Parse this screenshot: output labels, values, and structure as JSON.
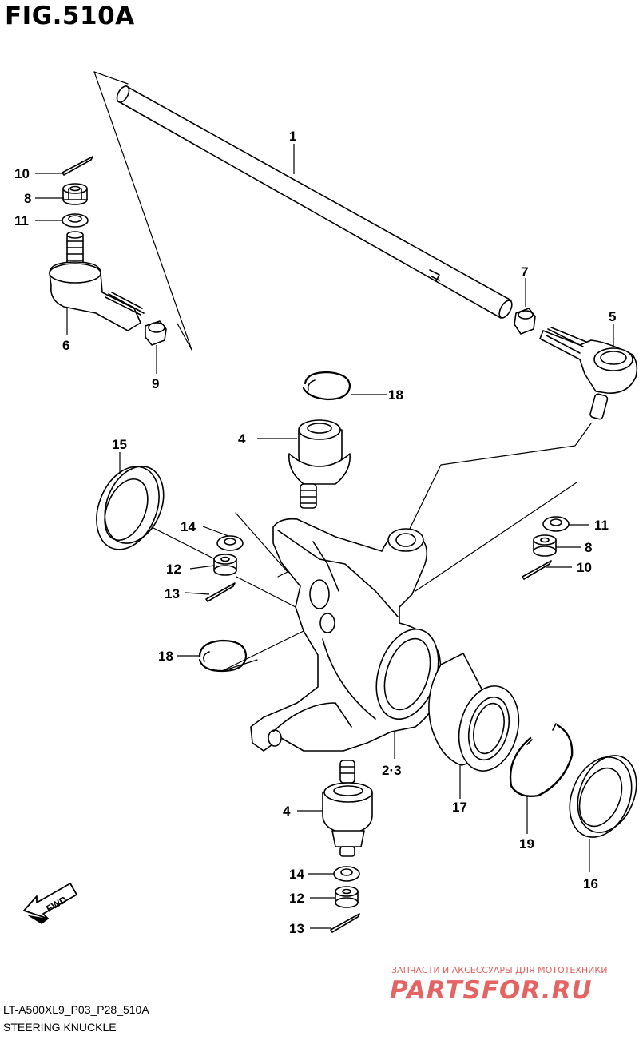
{
  "figure": {
    "title": "FIG.510A",
    "code": "LT-A500XL9_P03_P28_510A",
    "name": "STEERING KNUCKLE"
  },
  "watermark": {
    "tagline": "ЗАПЧАСТИ И АКСЕССУАРЫ ДЛЯ МОТОТЕХНИКИ",
    "logo": "PARTSFOR.RU"
  },
  "fwd": {
    "label": "FWD"
  },
  "callouts": [
    {
      "id": "c1",
      "label": "1"
    },
    {
      "id": "c10a",
      "label": "10"
    },
    {
      "id": "c8a",
      "label": "8"
    },
    {
      "id": "c11a",
      "label": "11"
    },
    {
      "id": "c6",
      "label": "6"
    },
    {
      "id": "c9",
      "label": "9"
    },
    {
      "id": "c7",
      "label": "7"
    },
    {
      "id": "c5",
      "label": "5"
    },
    {
      "id": "c18a",
      "label": "18"
    },
    {
      "id": "c4a",
      "label": "4"
    },
    {
      "id": "c15",
      "label": "15"
    },
    {
      "id": "c14a",
      "label": "14"
    },
    {
      "id": "c12a",
      "label": "12"
    },
    {
      "id": "c13a",
      "label": "13"
    },
    {
      "id": "c11b",
      "label": "11"
    },
    {
      "id": "c8b",
      "label": "8"
    },
    {
      "id": "c10b",
      "label": "10"
    },
    {
      "id": "c18b",
      "label": "18"
    },
    {
      "id": "c23",
      "label": "2·3"
    },
    {
      "id": "c4b",
      "label": "4"
    },
    {
      "id": "c17",
      "label": "17"
    },
    {
      "id": "c19",
      "label": "19"
    },
    {
      "id": "c16",
      "label": "16"
    },
    {
      "id": "c14b",
      "label": "14"
    },
    {
      "id": "c12b",
      "label": "12"
    },
    {
      "id": "c13b",
      "label": "13"
    }
  ]
}
